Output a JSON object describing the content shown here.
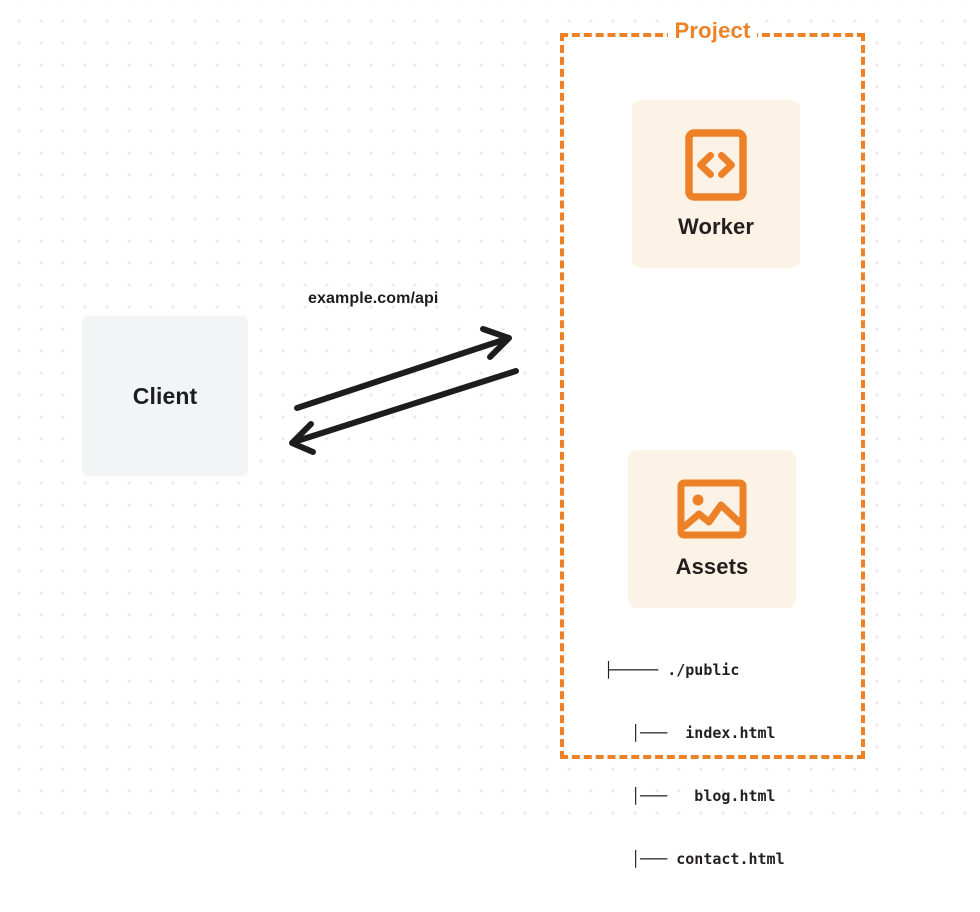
{
  "diagram": {
    "title": "Project",
    "accent_color": "#ed8127",
    "card_background": "#fdf2e6",
    "client_background": "#f3f4f6",
    "text_color": "#231f20",
    "background": "#ffffff",
    "grid_dot_color": "#e9e9ec"
  },
  "client": {
    "label": "Client"
  },
  "connection": {
    "request_label": "example.com/api",
    "request_direction": "client-to-project",
    "response_direction": "project-to-client"
  },
  "project": {
    "label": "Project",
    "nodes": [
      {
        "label": "Worker",
        "icon": "code-brackets-icon"
      },
      {
        "label": "Assets",
        "icon": "image-icon"
      }
    ]
  },
  "file_tree": {
    "rows": [
      {
        "branch": "├────",
        "name": "./public"
      },
      {
        "branch": "  │──",
        "name": "index.html"
      },
      {
        "branch": "  │──",
        "name": "blog.html"
      },
      {
        "branch": "  │──",
        "name": "contact.html"
      }
    ],
    "lines": [
      "├───── ./public",
      "   │───  index.html",
      "   │───   blog.html",
      "   │─── contact.html"
    ]
  }
}
